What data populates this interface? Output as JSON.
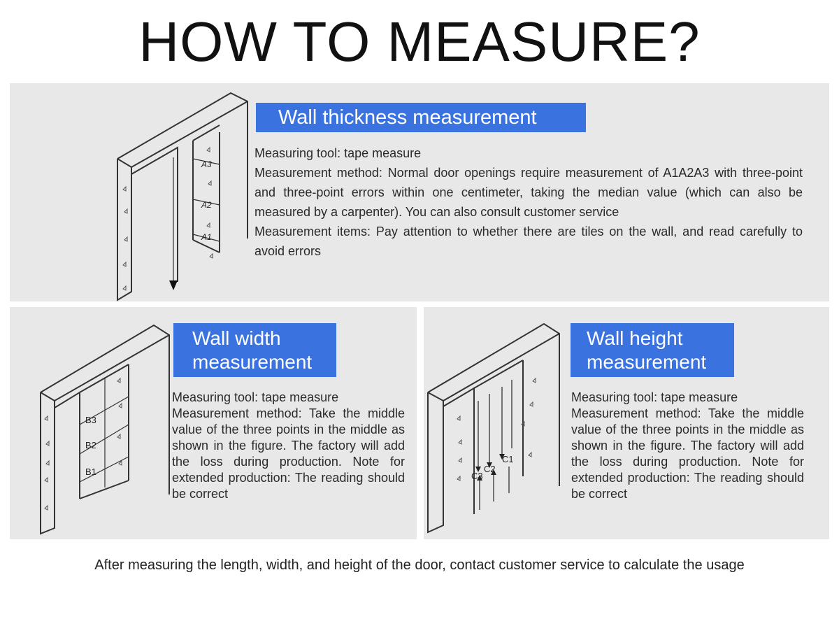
{
  "title": "HOW TO MEASURE?",
  "thickness": {
    "heading": "Wall thickness measurement",
    "lines": [
      "Measuring tool: tape measure",
      "Measurement method: Normal door openings require measurement of A1A2A3 with three-point and three-point errors within one centimeter, taking the median value (which can also be measured by a carpenter). You can also consult customer service",
      "Measurement items: Pay attention to whether there are tiles on the wall, and read carefully to avoid errors"
    ],
    "marks": [
      "A3",
      "A2",
      "A1"
    ]
  },
  "width": {
    "heading_line1": "Wall width",
    "heading_line2": "measurement",
    "lines": [
      "Measuring tool: tape measure",
      "Measurement method: Take the middle value of the three points in the middle as shown in the figure. The factory will add the loss during production. Note for extended production: The reading should be correct"
    ],
    "marks": [
      "B3",
      "B2",
      "B1"
    ]
  },
  "height": {
    "heading_line1": "Wall height",
    "heading_line2": "measurement",
    "lines": [
      "Measuring tool: tape measure",
      "Measurement method: Take the middle value of the three points in the middle as shown in the figure. The factory will add the loss during production. Note for extended production: The reading should be correct"
    ],
    "marks": [
      "C3",
      "C2",
      "C1"
    ]
  },
  "footer": "After measuring the length, width, and height of the door, contact customer service to calculate the usage"
}
